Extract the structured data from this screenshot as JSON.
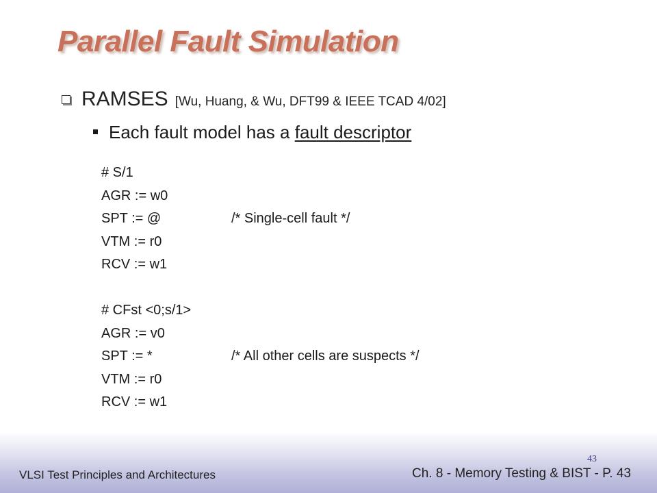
{
  "title": "Parallel Fault Simulation",
  "bullet1": {
    "main": "RAMSES",
    "ref": "[Wu, Huang, & Wu, DFT99 & IEEE TCAD 4/02]"
  },
  "bullet2": {
    "prefix": "Each fault model has a ",
    "underlined": "fault descriptor"
  },
  "descriptor1": [
    {
      "text": "# S/1",
      "comment": ""
    },
    {
      "text": "AGR := w0",
      "comment": ""
    },
    {
      "text": "SPT := @",
      "comment": "/* Single-cell fault */"
    },
    {
      "text": "VTM := r0",
      "comment": ""
    },
    {
      "text": "RCV := w1",
      "comment": ""
    }
  ],
  "descriptor2": [
    {
      "text": "# CFst <0;s/1>",
      "comment": ""
    },
    {
      "text": "AGR := v0",
      "comment": ""
    },
    {
      "text": "SPT := *",
      "comment": "/* All other cells are suspects */"
    },
    {
      "text": "VTM := r0",
      "comment": ""
    },
    {
      "text": "RCV := w1",
      "comment": ""
    }
  ],
  "footer": {
    "left": "VLSI Test Principles and Architectures",
    "right": "Ch. 8 - Memory Testing & BIST - P. 43",
    "page_small": "43"
  },
  "colors": {
    "title": "#c8705a",
    "footer_gradient_bottom": "#aeb0d6"
  }
}
